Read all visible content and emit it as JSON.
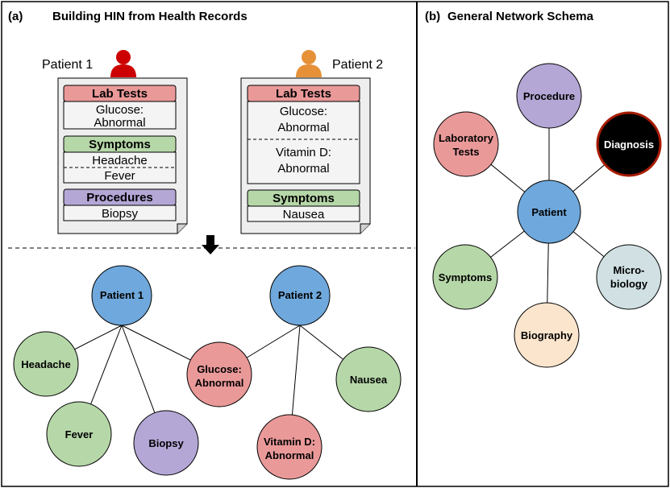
{
  "panel_a": {
    "tag": "(a)",
    "title": "Building HIN from Health Records"
  },
  "panel_b": {
    "tag": "(b)",
    "title": "General Network Schema"
  },
  "records": {
    "patient1": {
      "label": "Patient 1",
      "lab_header": "Lab Tests",
      "lab_line1": "Glucose:",
      "lab_line2": "Abnormal",
      "symptoms_header": "Symptoms",
      "symptom1": "Headache",
      "symptom2": "Fever",
      "procedures_header": "Procedures",
      "procedure1": "Biopsy"
    },
    "patient2": {
      "label": "Patient 2",
      "lab_header": "Lab Tests",
      "lab1_line1": "Glucose:",
      "lab1_line2": "Abnormal",
      "lab2_line1": "Vitamin D:",
      "lab2_line2": "Abnormal",
      "symptoms_header": "Symptoms",
      "symptom1": "Nausea"
    }
  },
  "hin": {
    "patient1": "Patient 1",
    "patient2": "Patient 2",
    "headache": "Headache",
    "fever": "Fever",
    "biopsy": "Biopsy",
    "glucose_line1": "Glucose:",
    "glucose_line2": "Abnormal",
    "vitd_line1": "Vitamin D:",
    "vitd_line2": "Abnormal",
    "nausea": "Nausea"
  },
  "schema": {
    "patient": "Patient",
    "procedure": "Procedure",
    "lab_line1": "Laboratory",
    "lab_line2": "Tests",
    "diagnosis": "Diagnosis",
    "symptoms": "Symptoms",
    "micro_line1": "Micro-",
    "micro_line2": "biology",
    "biography": "Biography"
  },
  "colors": {
    "blue": "#6fa8dc",
    "green": "#b6d7a8",
    "red": "#ea9999",
    "purple": "#b4a7d6",
    "light_blue": "#d0e0e3",
    "peach": "#fce5cd",
    "black": "#000000",
    "dark_red": "#a61c00",
    "patient1_icon": "#cc0000",
    "patient2_icon": "#e69138"
  }
}
